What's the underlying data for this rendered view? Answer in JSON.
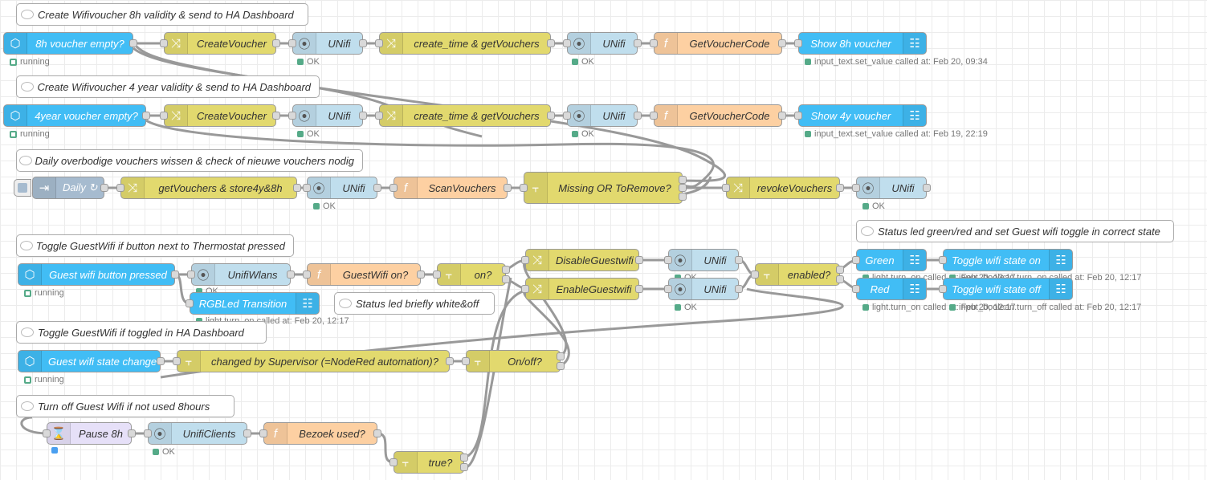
{
  "comments": {
    "c1": "Create Wifivoucher 8h validity & send to HA Dashboard",
    "c2": "Create Wifivoucher 4 year validity & send to HA Dashboard",
    "c3": "Daily overbodige vouchers wissen & check of nieuwe vouchers nodig",
    "c4": "Toggle GuestWifi if button next to Thermostat pressed",
    "c5": "Status led green/red and set Guest wifi toggle in correct state",
    "c6": "Status led briefly white&off",
    "c7": "Toggle GuestWifi if toggled in HA Dashboard",
    "c8": "Turn off Guest Wifi if not used 8hours"
  },
  "flow1": {
    "trigger": "8h voucher empty?",
    "create": "CreateVoucher",
    "unifi1": "UNifi",
    "gettime": "create_time & getVouchers",
    "unifi2": "UNifi",
    "code": "GetVoucherCode",
    "show": "Show 8h voucher",
    "status_trigger": "running",
    "status_unifi1": "OK",
    "status_unifi2": "OK",
    "status_show": "input_text.set_value called at: Feb 20, 09:34"
  },
  "flow2": {
    "trigger": "4year voucher empty?",
    "create": "CreateVoucher",
    "unifi1": "UNifi",
    "gettime": "create_time & getVouchers",
    "unifi2": "UNifi",
    "code": "GetVoucherCode",
    "show": "Show 4y voucher",
    "status_trigger": "running",
    "status_unifi1": "OK",
    "status_unifi2": "OK",
    "status_show": "input_text.set_value called at: Feb 19, 22:19"
  },
  "flow3": {
    "inject": "Daily ↻",
    "get": "getVouchers & store4y&8h",
    "unifi1": "UNifi",
    "scan": "ScanVouchers",
    "missing": "Missing OR ToRemove?",
    "revoke": "revokeVouchers",
    "unifi2": "UNifi",
    "status_unifi1": "OK",
    "status_unifi2": "OK"
  },
  "flow4": {
    "trigger": "Guest wifi button pressed",
    "wlans": "UnifiWlans",
    "guestwifi": "GuestWifi on?",
    "on": "on?",
    "disable": "DisableGuestwifi",
    "enable": "EnableGuestwifi",
    "unifi1": "UNifi",
    "unifi2": "UNifi",
    "enabled": "enabled?",
    "green": "Green",
    "red": "Red",
    "toggle_on": "Toggle wifi state on",
    "toggle_off": "Toggle wifi state off",
    "rgb": "RGBLed Transition",
    "status_trigger": "running",
    "status_wlans": "OK",
    "status_unifi1": "OK",
    "status_unifi2": "OK",
    "status_green": "light.turn_on called at: Feb 20, 12:17",
    "status_red": "light.turn_on called at: Feb 20, 12:17",
    "status_toggle_on": "input_boolean.turn_on called at: Feb 20, 12:17",
    "status_toggle_off": "input_boolean.turn_off called at: Feb 20, 12:17",
    "status_rgb": "light.turn_on called at: Feb 20, 12:17"
  },
  "flow5": {
    "trigger": "Guest wifi state change",
    "changed": "changed by Supervisor (=NodeRed automation)?",
    "onoff": "On/off?",
    "status_trigger": "running"
  },
  "flow6": {
    "pause": "Pause 8h",
    "clients": "UnifiClients",
    "bezoek": "Bezoek used?",
    "true": "true?",
    "status_clients": "OK"
  },
  "colors": {
    "homeassistant": "#41bdf5",
    "change": "#e2d96e",
    "unifi": "#c0deed",
    "function": "#fdd0a2",
    "inject": "#a6bbcf",
    "delay": "#e6e0f8",
    "wire": "#999999"
  }
}
